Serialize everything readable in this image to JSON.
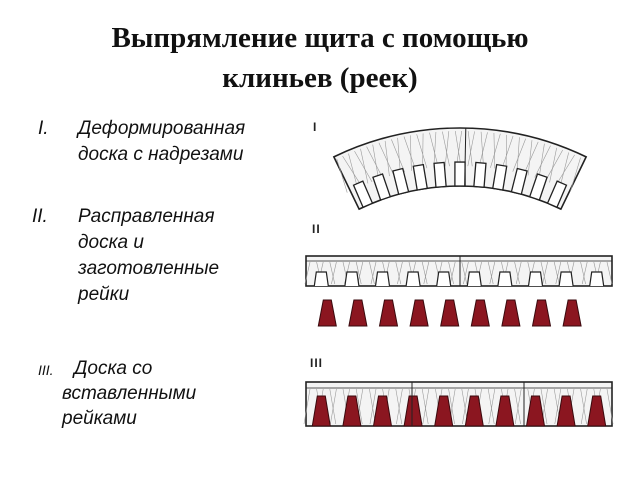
{
  "title": {
    "line1": "Выпрямление щита с помощью",
    "line2": "клиньев (реек)"
  },
  "items": [
    {
      "number": "I.",
      "lines": [
        "Деформированная",
        "доска с надрезами"
      ]
    },
    {
      "number": "II.",
      "lines": [
        "Расправленная",
        "доска и",
        "заготовленные",
        "рейки"
      ]
    },
    {
      "number": "III.",
      "lines": [
        "Доска со",
        "вставленными",
        "рейками"
      ]
    }
  ],
  "figure_labels": [
    "I",
    "II",
    "III"
  ],
  "colors": {
    "wedge": "#8b1620",
    "wedge_stroke": "#3a0a0e",
    "board_line": "#222222",
    "grain": "#9a9a9a"
  }
}
